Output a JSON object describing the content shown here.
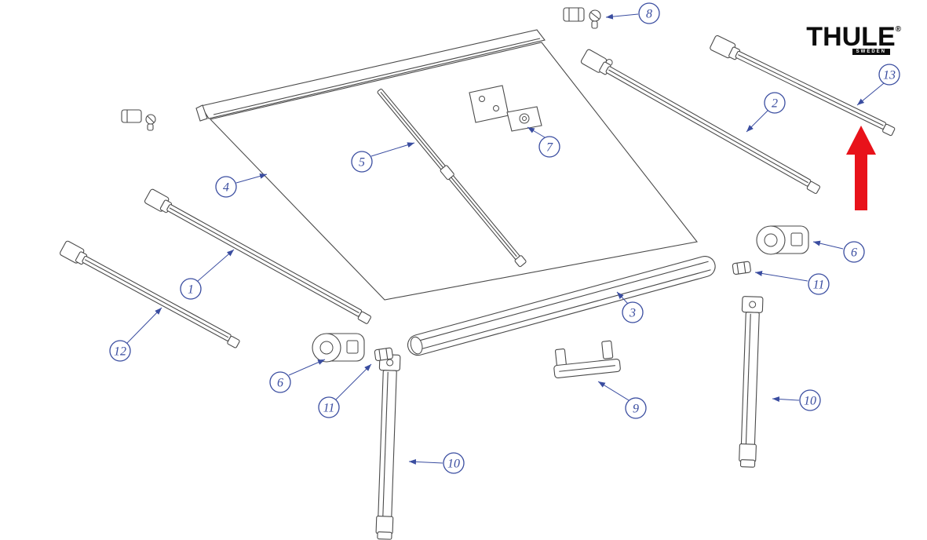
{
  "brand": {
    "name": "THULE",
    "registered": "®",
    "sweden": "SWEDEN"
  },
  "colors": {
    "callout_blue": "#3a4da0",
    "line_art": "#4a4a4a",
    "highlight_arrow_red": "#e8121a"
  },
  "callouts": [
    {
      "label": "8"
    },
    {
      "label": "13"
    },
    {
      "label": "2"
    },
    {
      "label": "7"
    },
    {
      "label": "5"
    },
    {
      "label": "4"
    },
    {
      "label": "1"
    },
    {
      "label": "6"
    },
    {
      "label": "11"
    },
    {
      "label": "3"
    },
    {
      "label": "12"
    },
    {
      "label": "6"
    },
    {
      "label": "11"
    },
    {
      "label": "9"
    },
    {
      "label": "10"
    },
    {
      "label": "10"
    }
  ]
}
